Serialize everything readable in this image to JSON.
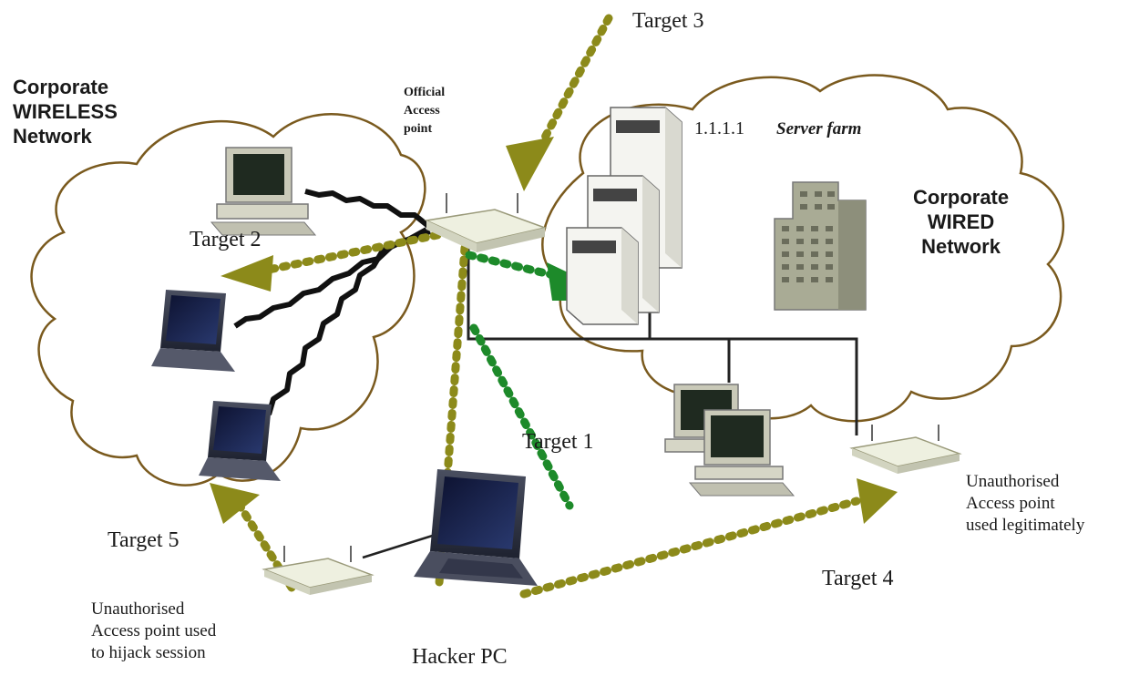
{
  "labels": {
    "wireless_network": [
      "Corporate",
      "WIRELESS",
      "Network"
    ],
    "wired_network": [
      "Corporate",
      "WIRED",
      "Network"
    ],
    "official_ap": [
      "Official",
      "Access",
      "point"
    ],
    "server_ip": "1.1.1.1",
    "server_farm": "Server farm",
    "target_1": "Target 1",
    "target_2": "Target 2",
    "target_3": "Target 3",
    "target_4": "Target 4",
    "target_5": "Target 5",
    "rogue_ap_legit": [
      "Unauthorised",
      "Access point",
      "used legitimately"
    ],
    "rogue_ap_hijack": [
      "Unauthorised",
      "Access point used",
      "to hijack session"
    ],
    "hacker_pc": "Hacker PC"
  },
  "colors": {
    "cloud_outline": "#7a5a1e",
    "attack_olive": "#8c8a1a",
    "attack_green": "#1d8a2a",
    "wireless_link": "#111111",
    "wired_link": "#222222"
  },
  "icons": [
    "access-point-icon",
    "desktop-pc-icon",
    "laptop-icon",
    "server-tower-icon",
    "office-building-icon",
    "arrowhead-icon"
  ]
}
